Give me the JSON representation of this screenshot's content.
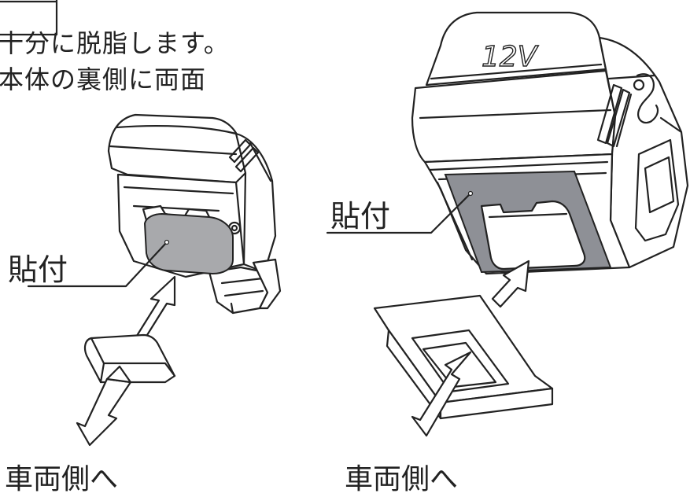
{
  "instructions": {
    "line1": "十分に脱脂します。",
    "line2": "本体の裏側に両面"
  },
  "left_figure": {
    "label": "貼付",
    "caption": "車両側へ"
  },
  "right_figure": {
    "label": "貼付",
    "caption": "車両側へ",
    "device_marking": "12V"
  },
  "colors": {
    "tape_fill": "#a8a9ac",
    "tape_fill_right": "#8e9096",
    "line": "#222222"
  }
}
